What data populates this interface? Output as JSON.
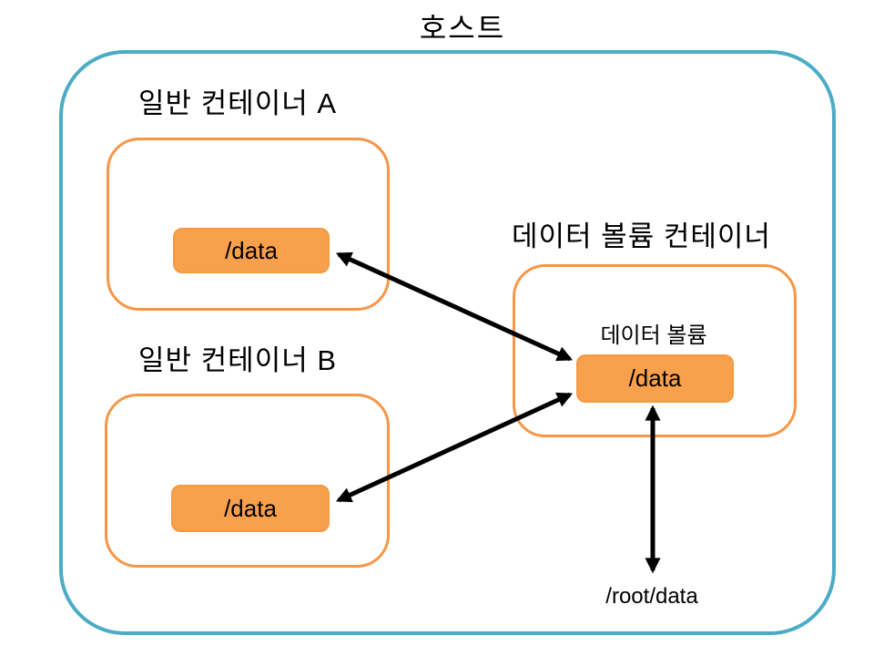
{
  "diagram": {
    "title": "호스트",
    "container_a": {
      "label": "일반 컨테이너 A",
      "data_path": "/data"
    },
    "container_b": {
      "label": "일반 컨테이너 B",
      "data_path": "/data"
    },
    "volume_container": {
      "label": "데이터 볼륨 컨테이너",
      "volume_label": "데이터 볼륨",
      "data_path": "/data"
    },
    "host_path": "/root/data",
    "colors": {
      "host_border": "#4BACC6",
      "container_border": "#F79646",
      "chip_fill": "#F9A04D",
      "arrow": "#000000",
      "text": "#000000"
    }
  }
}
